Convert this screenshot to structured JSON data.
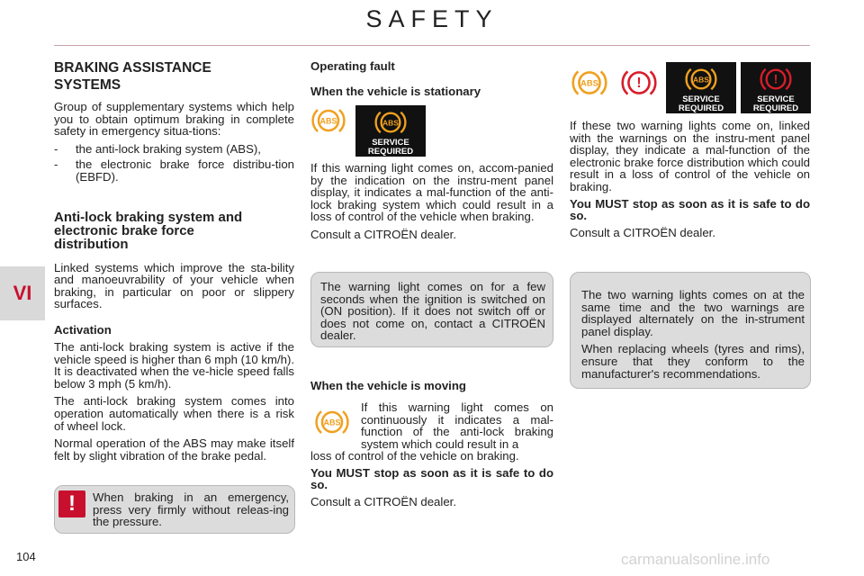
{
  "header": {
    "title": "SAFETY"
  },
  "chapter_tab": "VI",
  "left": {
    "heading": "BRAKING ASSISTANCE SYSTEMS",
    "intro": "Group of supplementary systems which help you to obtain optimum braking in complete safety in emergency situa-tions:",
    "list": [
      {
        "dash": "-",
        "text": "the anti-lock braking system (ABS),"
      },
      {
        "dash": "-",
        "text": "the electronic brake force distribu-tion (EBFD)."
      }
    ],
    "subheading": "Anti-lock braking system and electronic brake force distribution",
    "sub_intro": "Linked systems which improve the sta-bility and manoeuvrability of your vehicle when braking, in particular on poor or slippery surfaces.",
    "activation_heading": "Activation",
    "activation_p1": "The anti-lock braking system is active if the vehicle speed is higher than 6 mph (10 km/h). It is deactivated when the ve-hicle speed falls below 3 mph (5 km/h).",
    "activation_p2": "The anti-lock braking system comes into operation automatically when there is a risk of wheel lock.",
    "activation_p3": "Normal operation of the ABS may make itself felt by slight vibration of the brake pedal.",
    "note_symbol": "!",
    "note": "When braking in an emergency, press very firmly without releas-ing the pressure."
  },
  "middle": {
    "fault_heading": "Operating fault",
    "stationary_heading": "When the vehicle is stationary",
    "stationary_text": "If this warning light comes on, accom-panied by the indication on the instru-ment panel display, it indicates a mal-function of the anti-lock braking system which could result in a loss of control of the vehicle when braking.",
    "stationary_consult": "Consult a CITROËN dealer.",
    "info_box": "The warning light comes on for a few seconds when the ignition is switched on (ON position). If it does not switch off or does not come on, contact a CITROËN dealer.",
    "moving_heading": "When the vehicle is moving",
    "moving_text_indent": "If this warning light comes on continuously it indicates a mal-function of the anti-lock braking system which could result in a",
    "moving_text_rest": "loss of control of the vehicle on braking.",
    "moving_warning": "You MUST stop as soon as it is safe to do so.",
    "moving_consult": "Consult a CITROËN dealer."
  },
  "right": {
    "text": "If these two warning lights come on, linked with the warnings on the instru-ment panel display, they indicate a mal-function of the electronic brake force distribution which could result in a loss of control of the vehicle on braking.",
    "warning": "You MUST stop as soon as it is safe to do so.",
    "consult": "Consult a CITROËN dealer.",
    "info_p1": "The two warning lights comes on at the same time and the two warnings are displayed alternately on the in-strument panel display.",
    "info_p2": "When replacing wheels (tyres and rims), ensure that they conform to the manufacturer's recommendations."
  },
  "icons": {
    "abs_label": "ABS",
    "brake_symbol": "!",
    "service_line1": "SERVICE",
    "service_line2": "REQUIRED",
    "abs_color": "#f0a020",
    "brake_color": "#d81e2a",
    "text_accent": "#c8102e"
  },
  "footer": {
    "page_number": "104",
    "watermark": "carmanualsonline.info"
  }
}
